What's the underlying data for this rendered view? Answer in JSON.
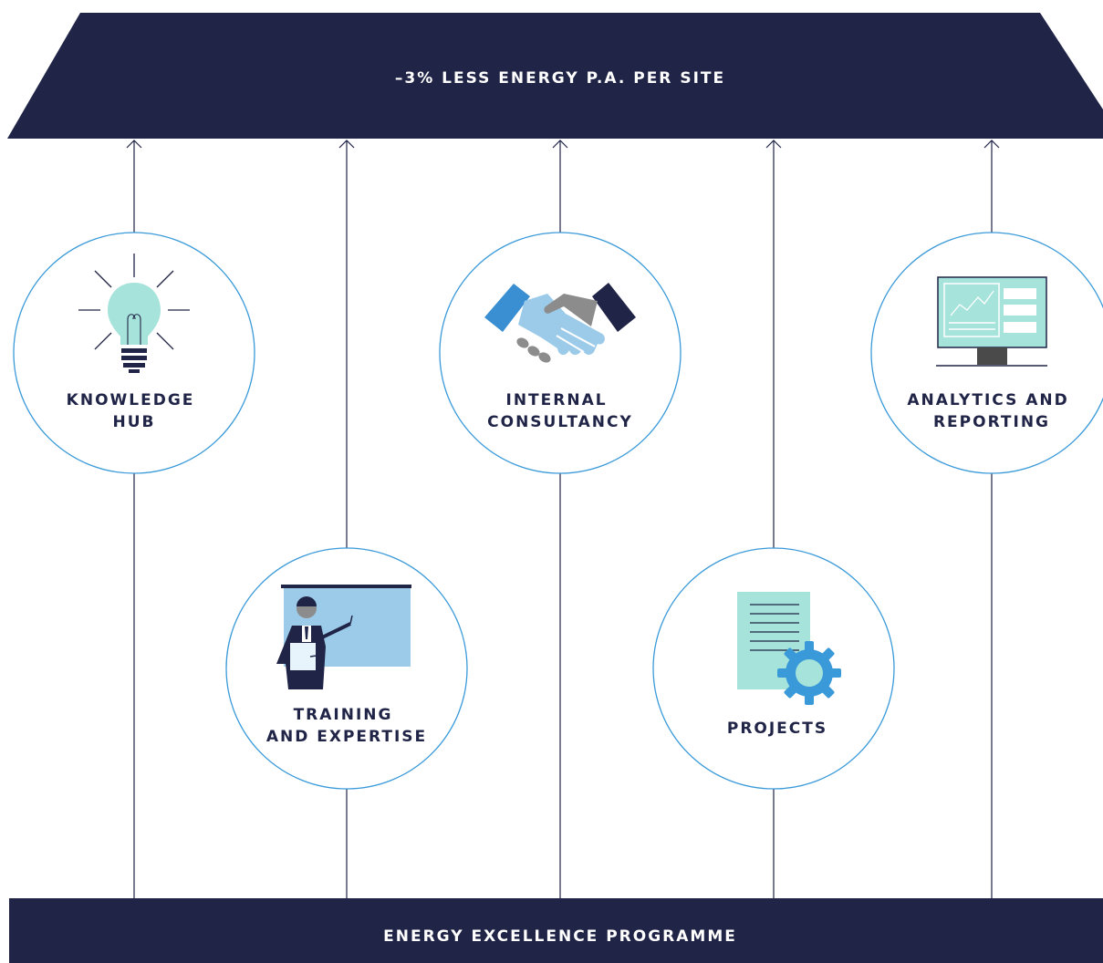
{
  "header": {
    "text": "–3% LESS ENERGY P.A. PER SITE"
  },
  "footer": {
    "text": "ENERGY EXCELLENCE PROGRAMME"
  },
  "pillars": [
    {
      "id": "knowledge-hub",
      "icon": "lightbulb-icon",
      "lines": [
        "KNOWLEDGE",
        "HUB"
      ]
    },
    {
      "id": "training",
      "icon": "presenter-icon",
      "lines": [
        "TRAINING",
        "AND EXPERTISE"
      ]
    },
    {
      "id": "internal-consultancy",
      "icon": "handshake-icon",
      "lines": [
        "INTERNAL",
        "CONSULTANCY"
      ]
    },
    {
      "id": "projects",
      "icon": "document-gear-icon",
      "lines": [
        "PROJECTS"
      ]
    },
    {
      "id": "analytics",
      "icon": "monitor-chart-icon",
      "lines": [
        "ANALYTICS AND",
        "REPORTING"
      ]
    }
  ],
  "colors": {
    "navy": "#202447",
    "circle_stroke": "#3a9ad9",
    "mint": "#a6e3da",
    "light_blue": "#9ccbea",
    "mid_blue": "#3a8fd3",
    "grey": "#8c8c8c"
  }
}
